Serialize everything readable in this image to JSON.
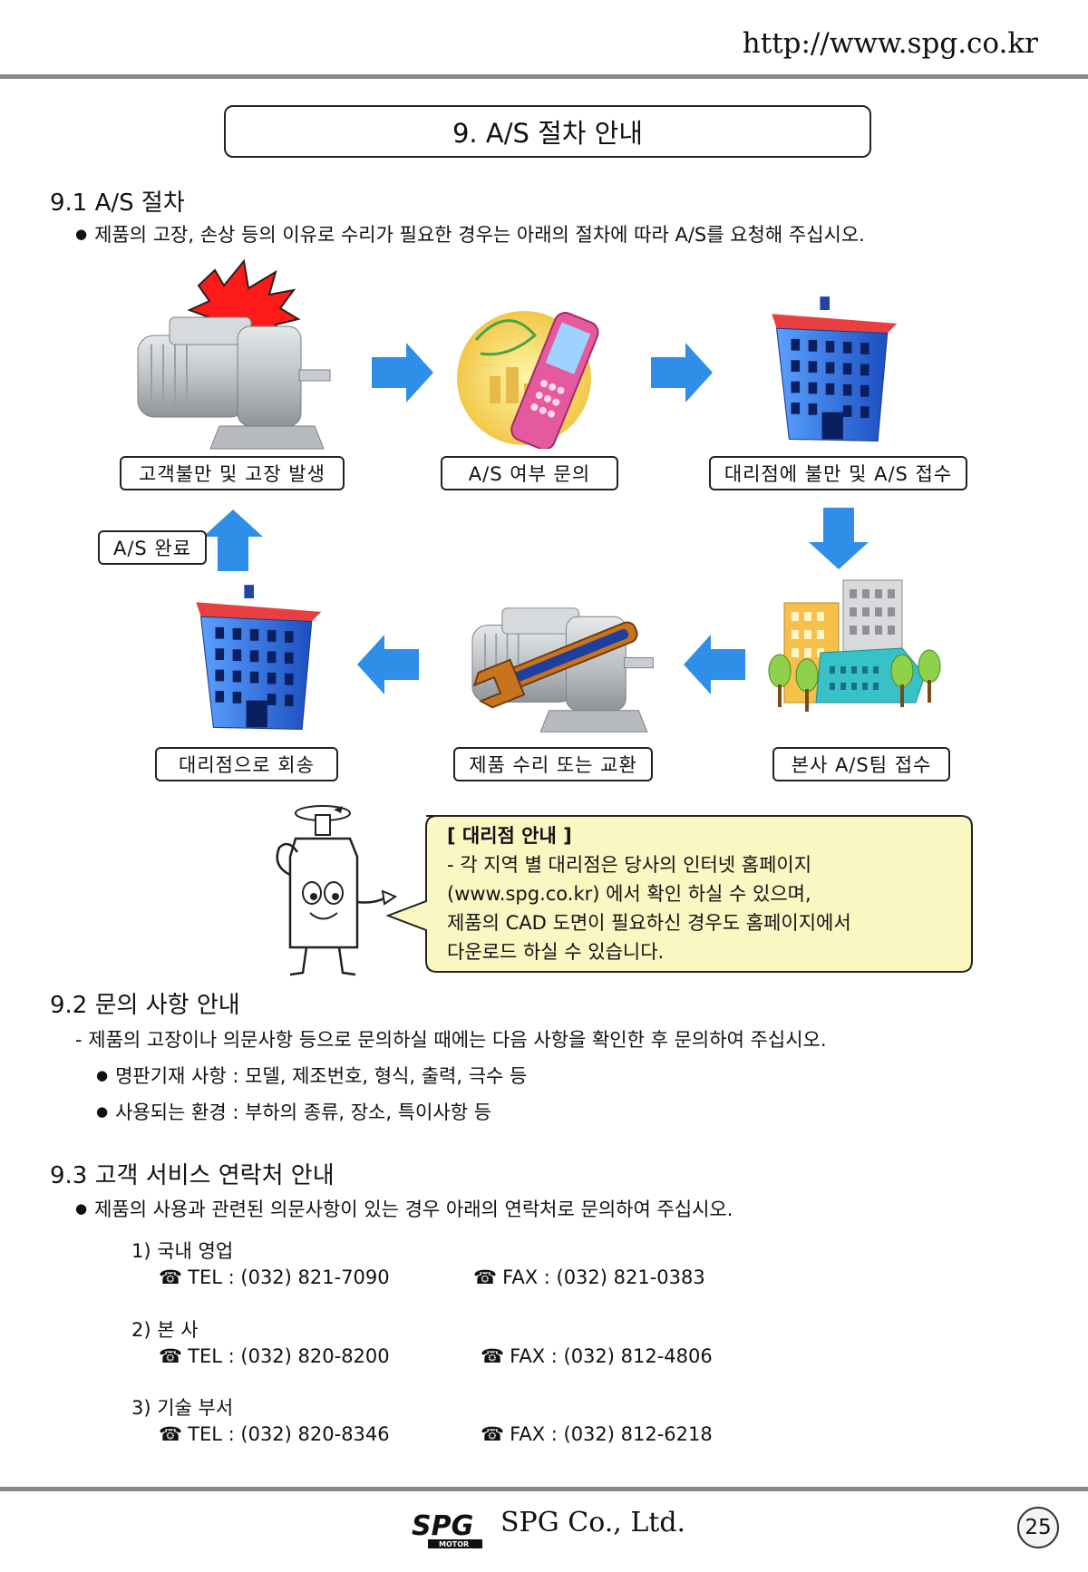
{
  "header": {
    "url": "http://www.spg.co.kr"
  },
  "page_title": "9. A/S 절차 안내",
  "s91": {
    "heading": "9.1 A/S 절차",
    "bullet": "제품의 고장, 손상 등의 이유로 수리가 필요한 경우는 아래의 절차에 따라 A/S를 요청해 주십시오."
  },
  "flow": {
    "step1": "고객불만 및 고장 발생",
    "step2": "A/S 여부 문의",
    "step3": "대리점에 불만 및 A/S 접수",
    "step4": "본사 A/S팀 접수",
    "step5": "제품 수리 또는 교환",
    "step6": "대리점으로 회송",
    "done": "A/S 완료"
  },
  "callout": {
    "title": "[ 대리점 안내 ]",
    "line1": "- 각 지역 별 대리점은 당사의 인터넷 홈페이지",
    "line2": "(www.spg.co.kr) 에서 확인 하실 수 있으며,",
    "line3": "제품의 CAD 도면이 필요하신 경우도 홈페이지에서",
    "line4": "다운로드 하실 수 있습니다."
  },
  "s92": {
    "heading": "9.2 문의 사항 안내",
    "intro": "- 제품의 고장이나 의문사항 등으로 문의하실 때에는 다음 사항을 확인한 후 문의하여 주십시오.",
    "item1": "명판기재 사항 : 모델, 제조번호, 형식, 출력, 극수 등",
    "item2": "사용되는 환경 : 부하의 종류, 장소, 특이사항 등"
  },
  "s93": {
    "heading": "9.3 고객 서비스 연락처 안내",
    "bullet": "제품의 사용과 관련된 의문사항이 있는 경우 아래의 연락처로 문의하여 주십시오.",
    "contacts": [
      {
        "name": "1) 국내 영업",
        "tel": "TEL : (032) 821-7090",
        "fax": "FAX : (032) 821-0383"
      },
      {
        "name": "2) 본 사",
        "tel": "TEL : (032) 820-8200",
        "fax": "FAX : (032) 812-4806"
      },
      {
        "name": "3) 기술 부서",
        "tel": "TEL : (032) 820-8346",
        "fax": "FAX : (032) 812-6218"
      }
    ]
  },
  "footer": {
    "logo": "SPG",
    "logo_sub": "MOTOR",
    "company": "SPG Co., Ltd.",
    "page": "25"
  },
  "colors": {
    "arrow": "#2f8fe8",
    "callout_bg": "#fbf7c2",
    "rule": "#8a8a8a",
    "roof": "#e84040",
    "building": "#2a66d8"
  }
}
